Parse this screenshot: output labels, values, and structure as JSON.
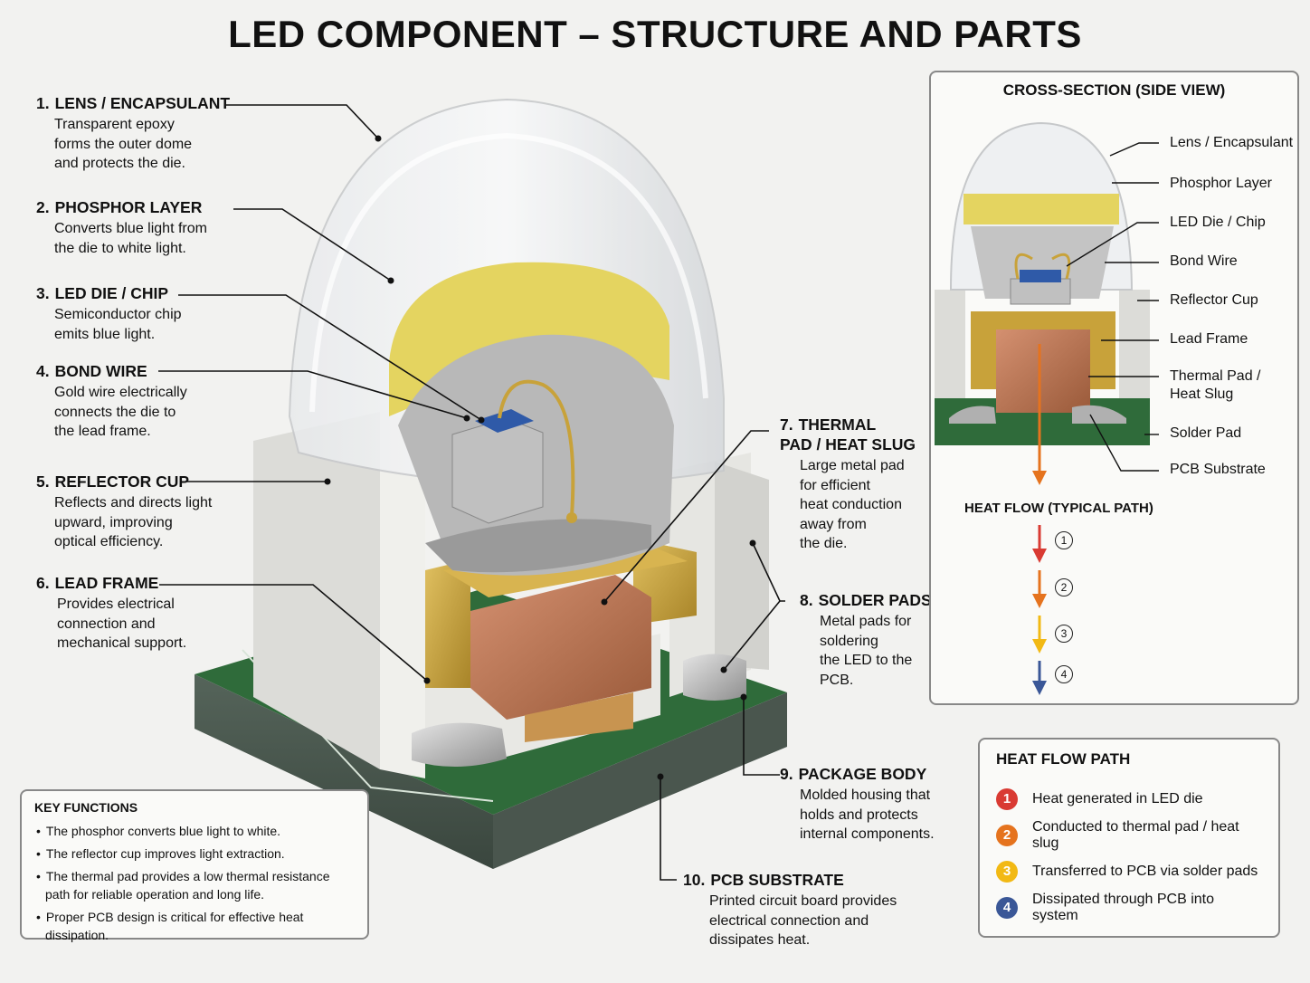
{
  "title": "LED COMPONENT – STRUCTURE AND PARTS",
  "parts": [
    {
      "num": "1.",
      "name": "LENS / ENCAPSULANT",
      "desc": "Transparent epoxy\nforms the outer dome\nand protects the die."
    },
    {
      "num": "2.",
      "name": "PHOSPHOR LAYER",
      "desc": "Converts blue light from\nthe die to white light."
    },
    {
      "num": "3.",
      "name": "LED DIE / CHIP",
      "desc": "Semiconductor chip\nemits blue light."
    },
    {
      "num": "4.",
      "name": "BOND WIRE",
      "desc": "Gold wire electrically\nconnects the die to\nthe lead frame."
    },
    {
      "num": "5.",
      "name": "REFLECTOR CUP",
      "desc": "Reflects and directs light\nupward, improving\noptical efficiency."
    },
    {
      "num": "6.",
      "name": "LEAD FRAME",
      "desc": "Provides electrical\nconnection and\nmechanical support."
    },
    {
      "num": "7.",
      "name": "THERMAL\nPAD / HEAT SLUG",
      "desc": "Large metal pad\nfor efficient\nheat conduction\naway from\nthe die."
    },
    {
      "num": "8.",
      "name": "SOLDER PADS",
      "desc": "Metal pads for\nsoldering\nthe LED to the\nPCB."
    },
    {
      "num": "9.",
      "name": "PACKAGE BODY",
      "desc": "Molded housing that\nholds and protects\ninternal components."
    },
    {
      "num": "10.",
      "name": "PCB SUBSTRATE",
      "desc": "Printed circuit board provides\nelectrical connection and\ndissipates heat."
    }
  ],
  "key_functions": {
    "title": "KEY FUNCTIONS",
    "items": [
      "The phosphor converts blue light to white.",
      "The reflector cup improves light extraction.",
      "The thermal pad provides a low thermal resistance path for reliable operation and long life.",
      "Proper PCB design is critical for effective heat dissipation."
    ]
  },
  "cross_section": {
    "title": "CROSS-SECTION (SIDE VIEW)",
    "labels": [
      "Lens / Encapsulant",
      "Phosphor Layer",
      "LED Die / Chip",
      "Bond Wire",
      "Reflector Cup",
      "Lead Frame",
      "Thermal Pad /\nHeat Slug",
      "Solder Pad",
      "PCB Substrate"
    ],
    "heat_flow_title": "HEAT FLOW (TYPICAL PATH)",
    "steps": [
      "1",
      "2",
      "3",
      "4"
    ]
  },
  "heat_flow_path": {
    "title": "HEAT FLOW PATH",
    "items": [
      {
        "n": "1",
        "text": "Heat generated in LED die",
        "color": "#d93a33"
      },
      {
        "n": "2",
        "text": "Conducted to thermal pad / heat slug",
        "color": "#e5731e"
      },
      {
        "n": "3",
        "text": "Transferred to PCB via solder pads",
        "color": "#f2b914"
      },
      {
        "n": "4",
        "text": "Dissipated through PCB into system",
        "color": "#3a5797"
      }
    ]
  },
  "colors": {
    "pcb": "#2f6b3a",
    "copper": "#b8734a",
    "gold": "#c8a23a",
    "phosphor": "#e8d55a",
    "die": "#2f5aa8",
    "body": "#e9e8e4"
  }
}
